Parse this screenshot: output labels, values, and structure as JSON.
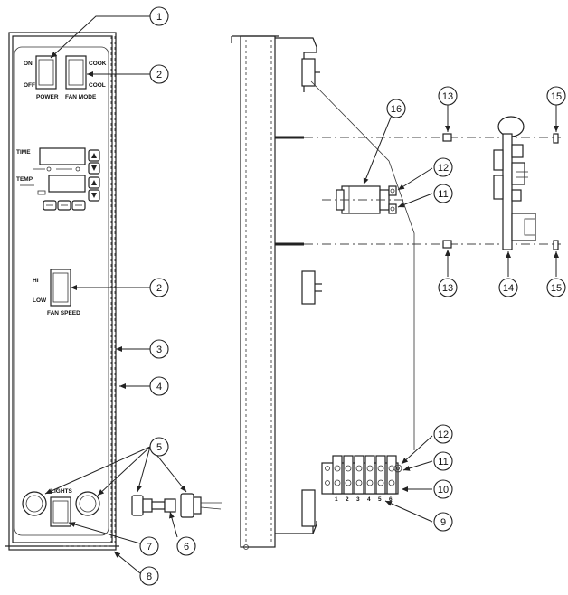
{
  "panel_labels": {
    "on": "ON",
    "off": "OFF",
    "power": "POWER",
    "cook": "COOK",
    "cool": "COOL",
    "fan_mode": "FAN MODE",
    "time": "TIME",
    "temp": "TEMP",
    "hi": "HI",
    "low": "LOW",
    "fan_speed": "FAN SPEED",
    "lights": "LIGHTS"
  },
  "callouts": {
    "c1": "1",
    "c2a": "2",
    "c2b": "2",
    "c3": "3",
    "c4": "4",
    "c5": "5",
    "c6": "6",
    "c7": "7",
    "c8": "8",
    "c9": "9",
    "c10": "10",
    "c11a": "11",
    "c12a": "12",
    "c11b": "11",
    "c12b": "12",
    "c13a": "13",
    "c13b": "13",
    "c14": "14",
    "c15a": "15",
    "c15b": "15",
    "c16": "16"
  },
  "terminal_numbers": [
    "1",
    "2",
    "3",
    "4",
    "5",
    "6"
  ]
}
